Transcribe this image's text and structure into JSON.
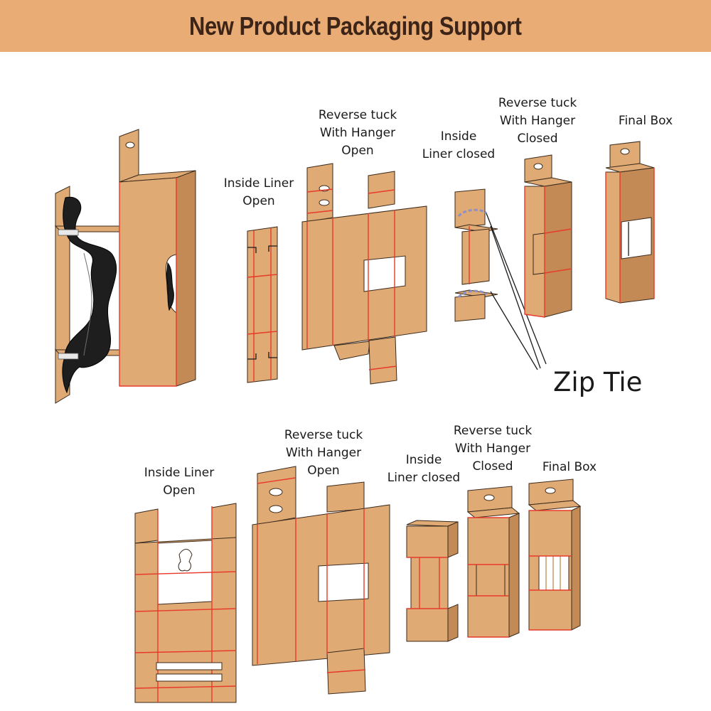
{
  "banner": {
    "title": "New Product Packaging Support"
  },
  "top_row": {
    "inside_liner_open": "Inside Liner\nOpen",
    "reverse_tuck_open": "Reverse tuck\nWith Hanger\nOpen",
    "inside_liner_closed": "Inside\nLiner  closed",
    "reverse_tuck_closed": "Reverse tuck\nWith Hanger\nClosed",
    "final_box": "Final Box"
  },
  "callout": {
    "zip_tie": "Zip Tie"
  },
  "bottom_row": {
    "inside_liner_open": "Inside Liner\nOpen",
    "reverse_tuck_open": "Reverse tuck\nWith Hanger\nOpen",
    "inside_liner_closed": "Inside\nLiner  closed",
    "reverse_tuck_closed": "Reverse tuck\nWith Hanger\nClosed",
    "final_box": "Final Box"
  },
  "colors": {
    "banner": "#e8ac74",
    "cardboard": "#dfaa74",
    "cardboard_dark": "#c48a55",
    "fold_line": "#e83a2a",
    "outline": "#3a2a1c",
    "handle": "#1e1e1e",
    "zip_tie_dash": "#8c90c8"
  }
}
